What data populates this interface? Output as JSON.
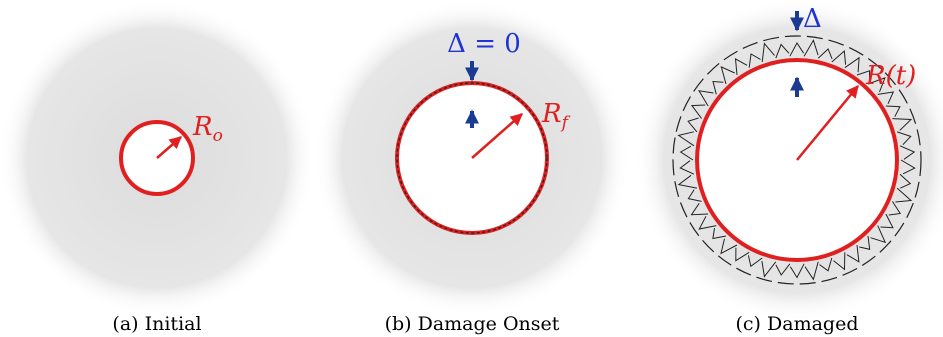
{
  "colors": {
    "background": "#ffffff",
    "plate_center": "#dcdcdc",
    "plate_edge": "#f7f7f7",
    "interface_red": "#e02020",
    "gap_arrow_blue": "#1a3a94",
    "gap_label_blue": "#1f33d6",
    "damage_line": "#222222"
  },
  "icons": {
    "radius_arrow": "arrow-icon",
    "gap_arrows": "double-arrow-icon"
  },
  "panels": [
    {
      "id": "initial",
      "caption": "(a) Initial",
      "radius_label": {
        "base": "R",
        "sub": "o"
      }
    },
    {
      "id": "damage-onset",
      "caption": "(b) Damage Onset",
      "radius_label": {
        "base": "R",
        "sub": "f"
      },
      "gap_label": {
        "symbol": "Δ",
        "rest": " = 0"
      }
    },
    {
      "id": "damaged",
      "caption": "(c) Damaged",
      "radius_label": {
        "base": "R(t)",
        "sub": ""
      },
      "gap_label": {
        "symbol": "Δ",
        "rest": ""
      }
    }
  ]
}
